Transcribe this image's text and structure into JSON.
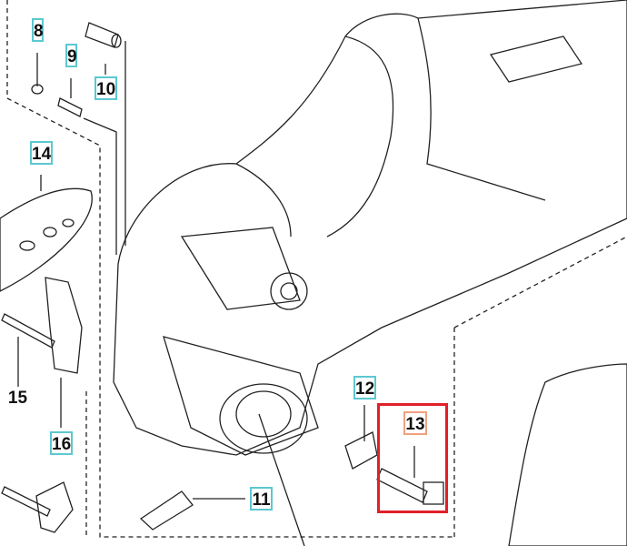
{
  "diagram": {
    "type": "exploded-parts-diagram",
    "selected_part": "13",
    "colors": {
      "label_box": "#5cc8d0",
      "selected_label_box": "#f0a080",
      "selection_frame": "#e0202a"
    },
    "parts": [
      {
        "number": "8",
        "boxed": true
      },
      {
        "number": "9",
        "boxed": true
      },
      {
        "number": "10",
        "boxed": true
      },
      {
        "number": "14",
        "boxed": true
      },
      {
        "number": "15",
        "boxed": false
      },
      {
        "number": "16",
        "boxed": true
      },
      {
        "number": "11",
        "boxed": true
      },
      {
        "number": "12",
        "boxed": true
      },
      {
        "number": "13",
        "boxed": true,
        "selected": true
      }
    ]
  }
}
